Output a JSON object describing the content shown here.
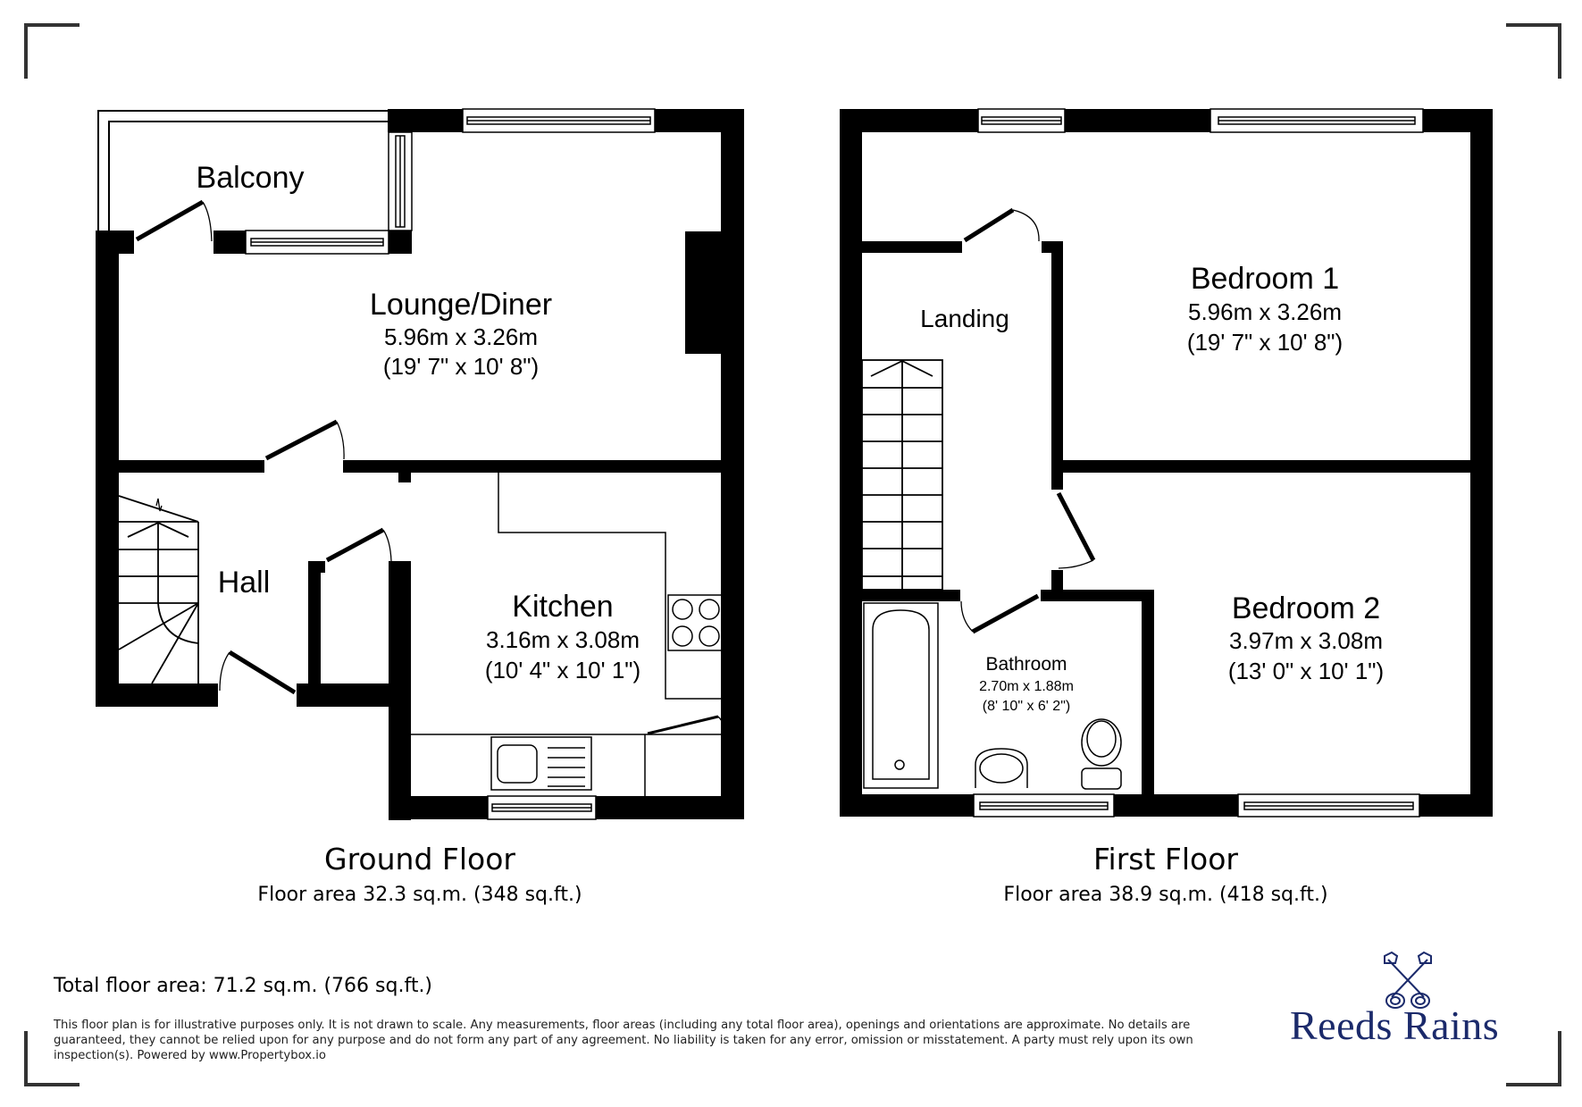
{
  "ground_floor": {
    "title": "Ground Floor",
    "area": "Floor area 32.3 sq.m. (348 sq.ft.)",
    "rooms": {
      "balcony": {
        "name": "Balcony"
      },
      "lounge": {
        "name": "Lounge/Diner",
        "metric": "5.96m x 3.26m",
        "imperial": "(19' 7\" x 10' 8\")"
      },
      "hall": {
        "name": "Hall"
      },
      "kitchen": {
        "name": "Kitchen",
        "metric": "3.16m x 3.08m",
        "imperial": "(10' 4\" x 10' 1\")"
      }
    }
  },
  "first_floor": {
    "title": "First Floor",
    "area": "Floor area 38.9 sq.m. (418 sq.ft.)",
    "rooms": {
      "landing": {
        "name": "Landing"
      },
      "bedroom1": {
        "name": "Bedroom 1",
        "metric": "5.96m x 3.26m",
        "imperial": "(19' 7\" x 10' 8\")"
      },
      "bedroom2": {
        "name": "Bedroom 2",
        "metric": "3.97m x 3.08m",
        "imperial": "(13' 0\" x 10' 1\")"
      },
      "bathroom": {
        "name": "Bathroom",
        "metric": "2.70m x 1.88m",
        "imperial": "(8' 10\" x 6' 2\")"
      }
    }
  },
  "footer": {
    "total": "Total floor area: 71.2 sq.m. (766 sq.ft.)",
    "disclaimer": "This floor plan is for illustrative purposes only. It is not drawn to scale. Any measurements, floor areas (including any total floor area), openings and orientations are approximate. No details are guaranteed, they cannot be relied upon for any purpose and do not form any part of any agreement. No liability is taken for any error, omission or misstatement. A party must rely upon its own inspection(s). Powered by www.Propertybox.io"
  },
  "logo": {
    "text": "Reeds Rains",
    "icon": "crossed-keys-icon",
    "color": "#1b2a6b"
  },
  "colors": {
    "wall": "#000000",
    "background": "#ffffff",
    "corner_marks": "#333333"
  }
}
